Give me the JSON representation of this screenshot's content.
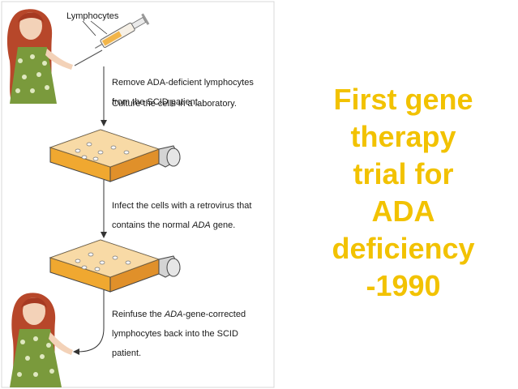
{
  "diagram": {
    "label_lymphocytes": "Lymphocytes",
    "step1": {
      "line1": "Remove ADA-deficient lymphocytes",
      "line2": "from the SCID patient."
    },
    "step2": "Culture the cells in a laboratory.",
    "step3": {
      "line1": "Infect the cells with a retrovirus that",
      "line2_pre": "contains the normal ",
      "line2_em": "ADA",
      "line2_post": " gene."
    },
    "step4": {
      "line1_pre": "Reinfuse the ",
      "line1_em": "ADA",
      "line1_post": "-gene-corrected",
      "line2": "lymphocytes back into the SCID",
      "line3": "patient."
    }
  },
  "headline": {
    "lines": [
      "First gene",
      "therapy",
      "trial for",
      "ADA",
      "deficiency",
      "-1990"
    ],
    "color": "#f2c200"
  },
  "colors": {
    "dress": "#7a9a3c",
    "hair": "#b7472a",
    "culture_medium": "#f0a830",
    "panel_border": "#d8d8d8"
  }
}
